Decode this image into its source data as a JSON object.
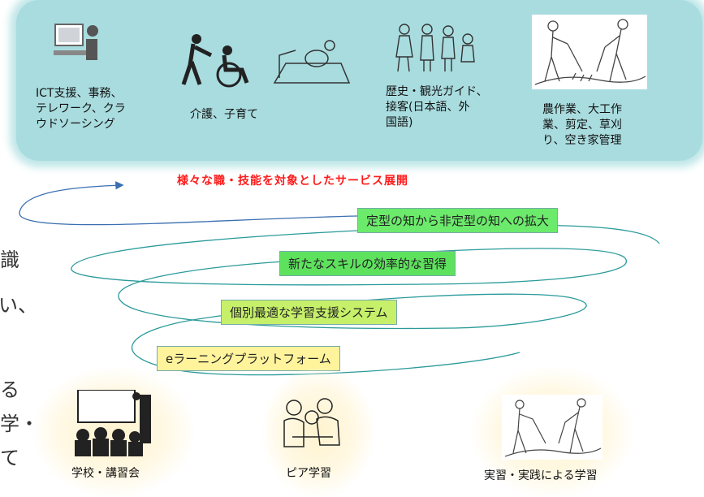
{
  "top": {
    "captions": [
      "ICT支援、事務、\nテレワーク、クラ\nウドソーシング",
      "介護、子育て",
      "歴史・観光ガイド、\n接客(日本語、外\n国語)",
      "農作業、大工作\n業、剪定、草刈\nり、空き家管理"
    ]
  },
  "banner": "様々な職・技能を対象としたサービス展開",
  "steps": [
    "定型の知から非定型の知への拡大",
    "新たなスキルの効率的な習得",
    "個別最適な学習支援システム",
    "eラーニングプラットフォーム"
  ],
  "edge_text": [
    "識",
    "い、",
    "る",
    "学・",
    "て"
  ],
  "bottom": {
    "captions": [
      "学校・講習会",
      "ピア学習",
      "実習・実践による学習"
    ]
  },
  "colors": {
    "panel": "#a9dcdf",
    "banner": "#ff1a1a",
    "spiral": "#2a9a9a",
    "arrow": "#3a6fb0"
  }
}
